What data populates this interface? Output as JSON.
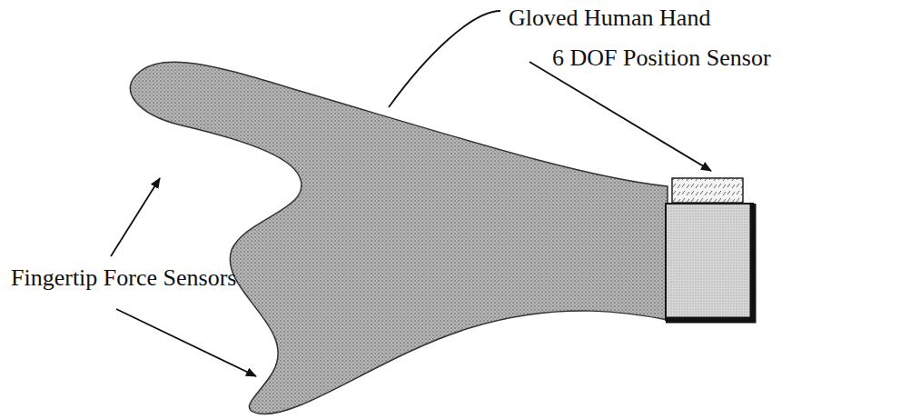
{
  "diagram": {
    "labels": [
      "Gloved Human Hand",
      "6 DOF Position Sensor",
      "Fingertip Force Sensors"
    ]
  }
}
